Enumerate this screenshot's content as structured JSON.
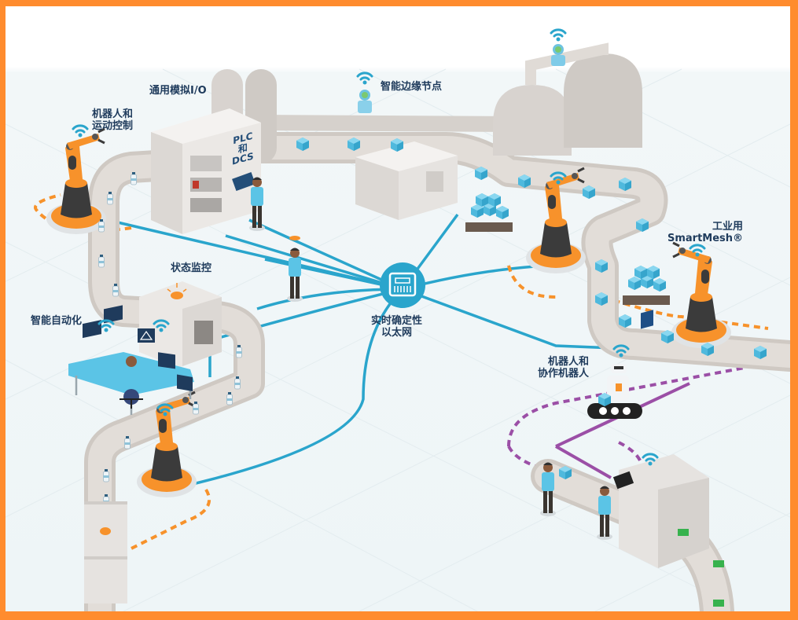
{
  "diagram": {
    "title": "工业物联网工厂示意图",
    "colors": {
      "border": "#ff8c2e",
      "network": "#2aa5cc",
      "robot": "#f7922b",
      "conveyor": "#d6d1cc",
      "wireless_path": "#9b4fa6",
      "text": "#1f3b5c",
      "box": "#5bc4e6"
    },
    "labels": {
      "robot_motion": [
        "机器人和",
        "运动控制"
      ],
      "analog_io": "通用模拟I/O",
      "edge_node": "智能边缘节点",
      "plc_dcs": [
        "PLC",
        "和",
        "DCS"
      ],
      "status_monitor": "状态监控",
      "smart_automation": "智能自动化",
      "ethernet": [
        "实时确定性",
        "以太网"
      ],
      "smartmesh": [
        "工业用",
        "SmartMesh®"
      ],
      "cobot": [
        "机器人和",
        "协作机器人"
      ]
    },
    "icons": {
      "network_hub": "ethernet-port-icon",
      "wireless": "wifi-icon",
      "beacon": "warning-beacon-icon",
      "monitor_warning": "warning-triangle-icon"
    }
  }
}
